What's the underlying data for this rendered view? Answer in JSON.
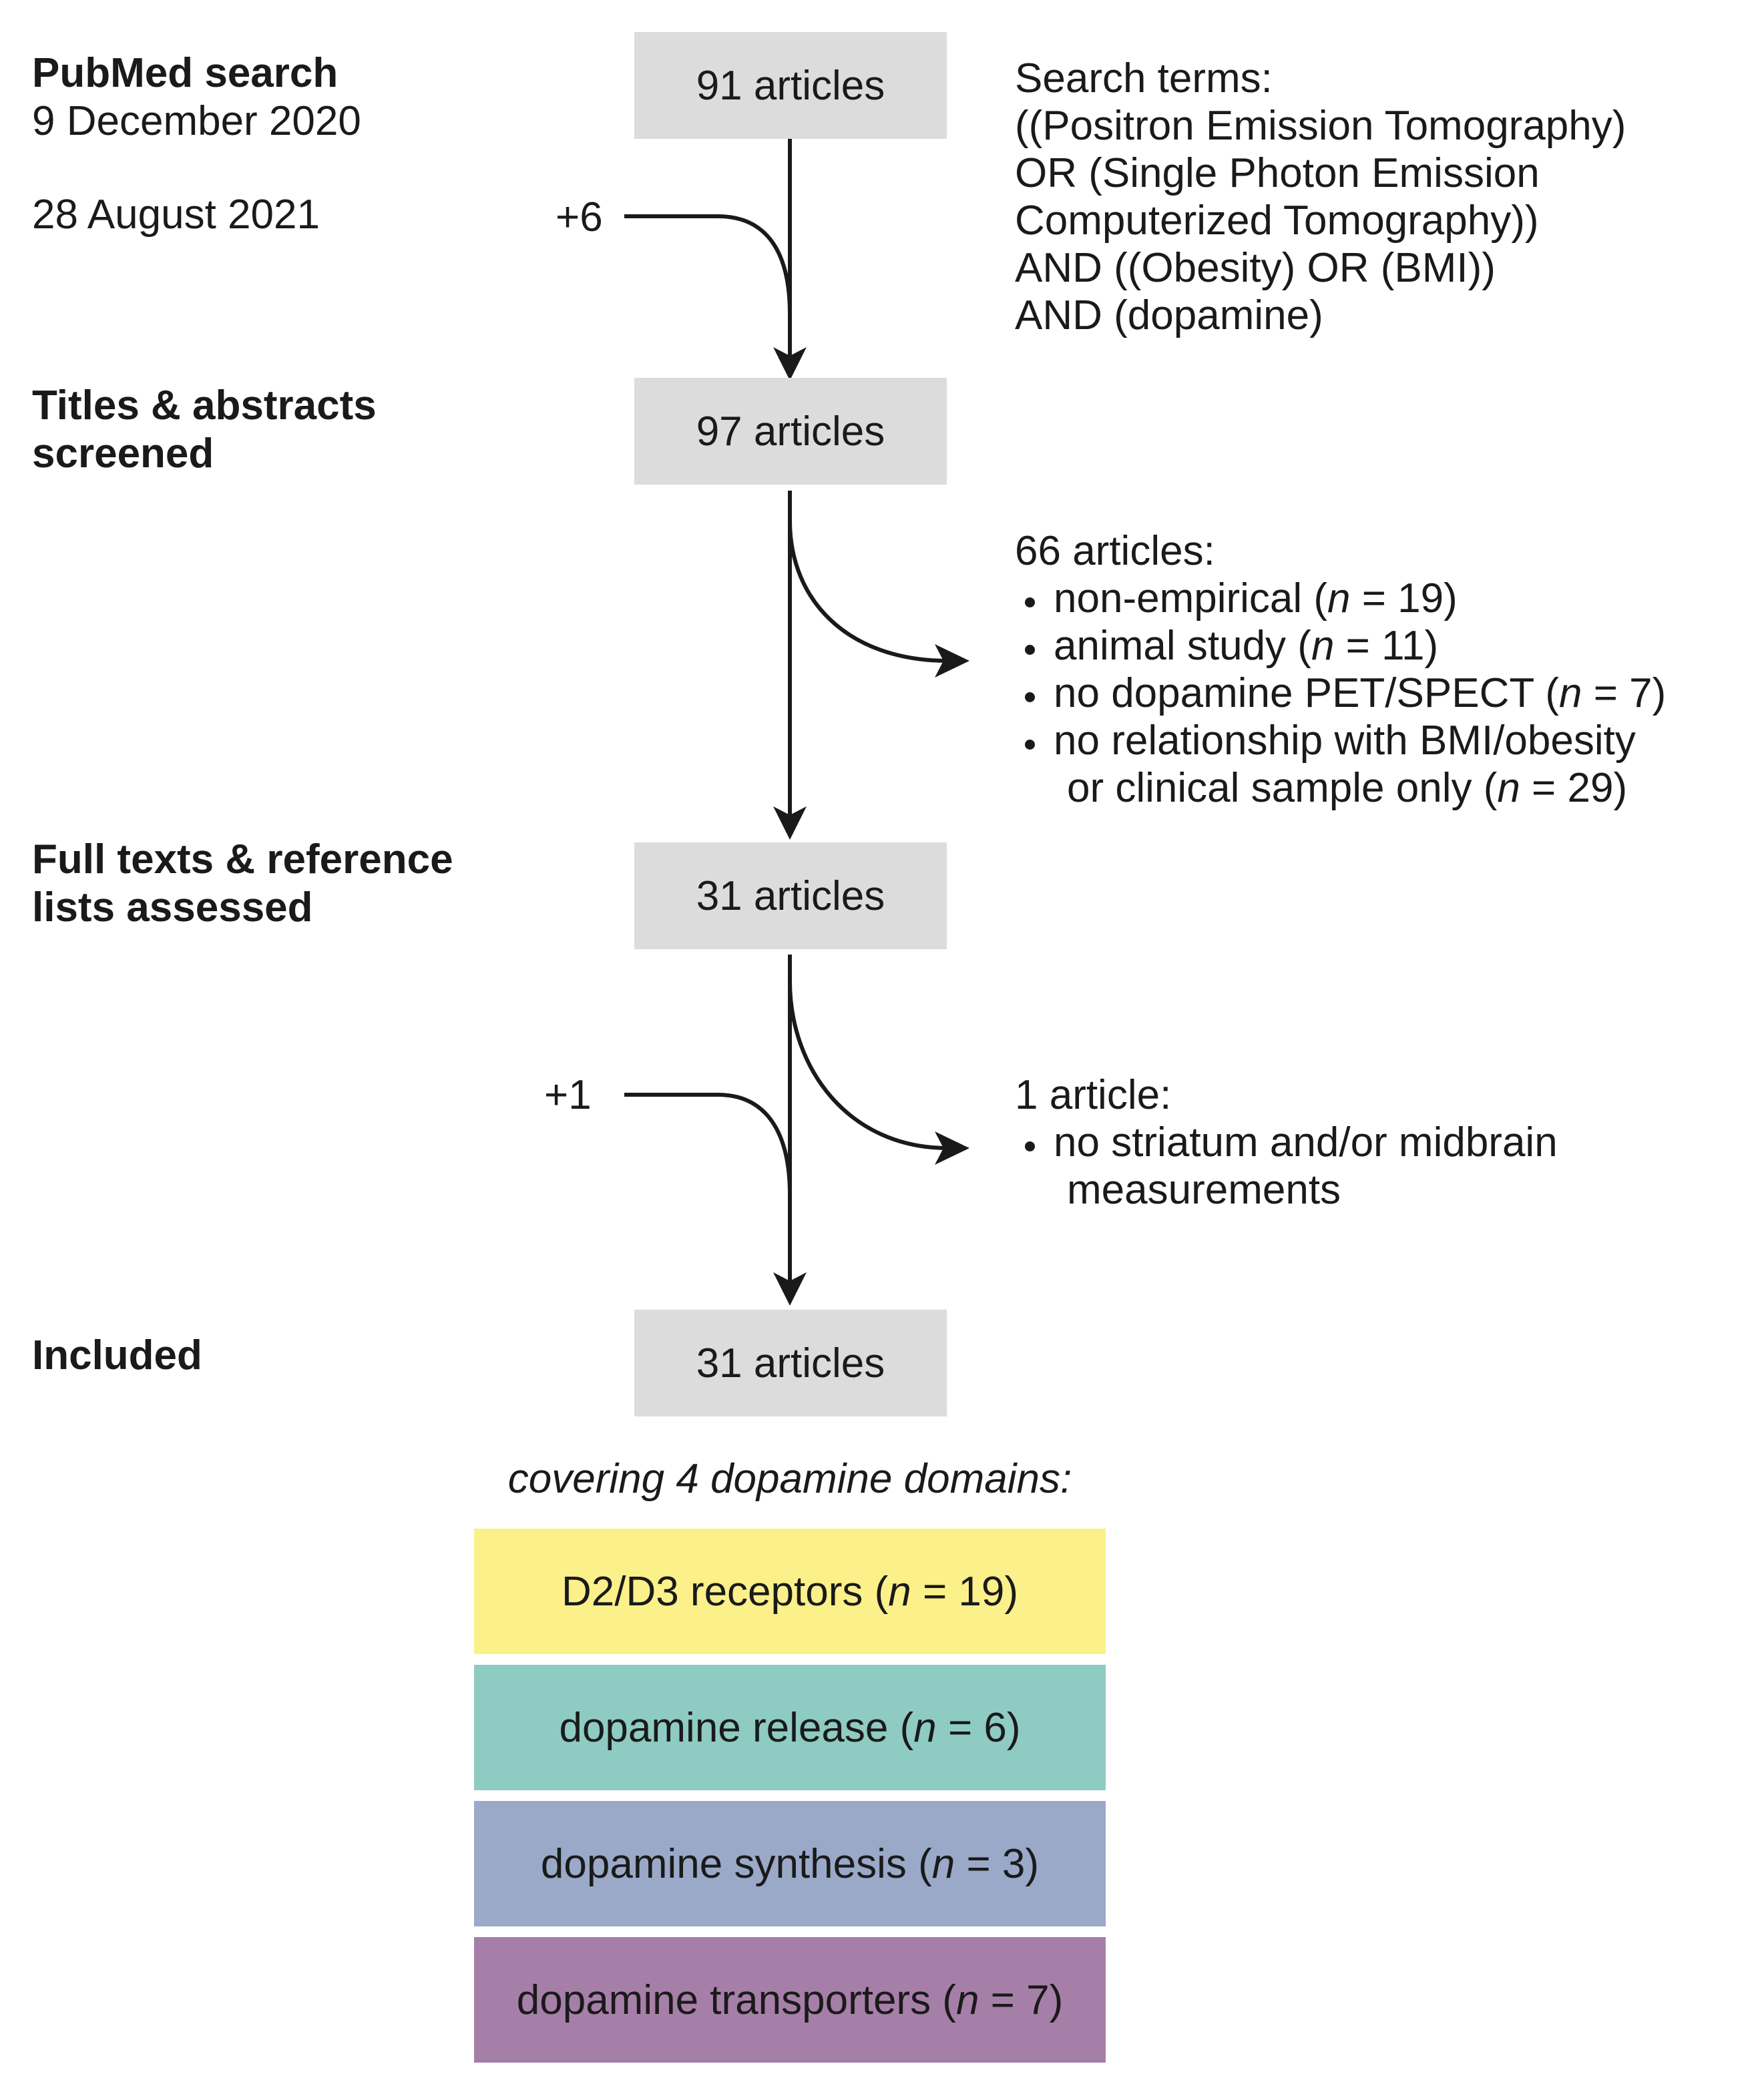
{
  "stages": [
    {
      "label": "PubMed search"
    },
    {
      "label": "Titles & abstracts screened"
    },
    {
      "label": "Full texts & reference lists assessed"
    },
    {
      "label": "Included"
    }
  ],
  "dates": {
    "first": "9 December 2020",
    "second": "28 August 2021"
  },
  "boxes": [
    {
      "text": "91 articles"
    },
    {
      "text": "97 articles"
    },
    {
      "text": "31 articles"
    },
    {
      "text": "31 articles"
    }
  ],
  "additions": [
    {
      "text": "+6"
    },
    {
      "text": "+1"
    }
  ],
  "search_terms": {
    "title": "Search terms:",
    "lines": [
      "((Positron Emission Tomography)",
      "OR (Single Photon Emission",
      "Computerized Tomography))",
      "AND ((Obesity) OR (BMI))",
      "AND (dopamine)"
    ]
  },
  "exclusion_1": {
    "title": "66 articles:",
    "items": [
      {
        "pre": "non-empirical (",
        "n": "n",
        "post": " = 19)"
      },
      {
        "pre": "animal study (",
        "n": "n",
        "post": " = 11)"
      },
      {
        "pre": "no dopamine PET/SPECT (",
        "n": "n",
        "post": " = 7)"
      },
      {
        "pre": "no relationship with BMI/obesity",
        "n": "",
        "post": ""
      }
    ],
    "continuation": {
      "pre": "or clinical sample only (",
      "n": "n",
      "post": " = 29)"
    }
  },
  "exclusion_2": {
    "title": "1 article:",
    "items": [
      {
        "pre": "no striatum and/or midbrain",
        "n": "",
        "post": ""
      }
    ],
    "continuation": {
      "pre": "measurements",
      "n": "",
      "post": ""
    }
  },
  "domains_heading": "covering 4 dopamine domains:",
  "domains": [
    {
      "pre": "D2/D3 receptors (",
      "n": "n",
      "post": " = 19)",
      "color": "#fbf08a"
    },
    {
      "pre": "dopamine release (",
      "n": "n",
      "post": " = 6)",
      "color": "#8ecbc3"
    },
    {
      "pre": "dopamine synthesis (",
      "n": "n",
      "post": " = 3)",
      "color": "#9aa9c8"
    },
    {
      "pre": "dopamine transporters (",
      "n": "n",
      "post": " = 7)",
      "color": "#a67fa8"
    }
  ],
  "colors": {
    "box": "#dcdcdc",
    "line": "#1a1a1a"
  }
}
